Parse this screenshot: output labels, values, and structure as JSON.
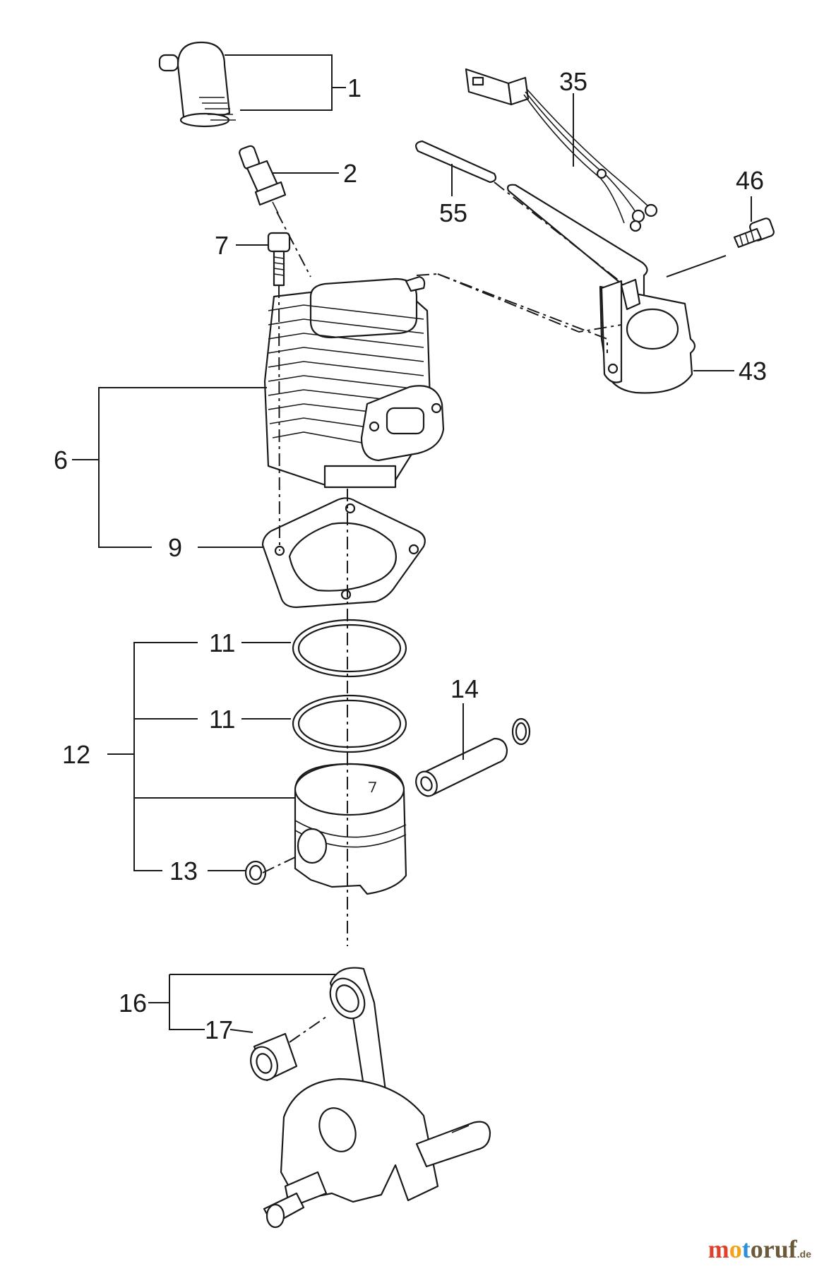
{
  "labels": {
    "p1": "1",
    "p2": "2",
    "p6": "6",
    "p7": "7",
    "p9": "9",
    "p11a": "11",
    "p11b": "11",
    "p12": "12",
    "p13": "13",
    "p14": "14",
    "p16": "16",
    "p17": "17",
    "p35": "35",
    "p43": "43",
    "p46": "46",
    "p55": "55"
  },
  "watermark": {
    "text": "motoruf",
    "suffix": ".de"
  },
  "colors": {
    "line": "#1a1a1a",
    "background": "#ffffff",
    "wm_m": "#e0412c",
    "wm_o": "#f3a21b",
    "wm_t": "#2e8fd6",
    "wm_rest": "#6b5a3a"
  }
}
